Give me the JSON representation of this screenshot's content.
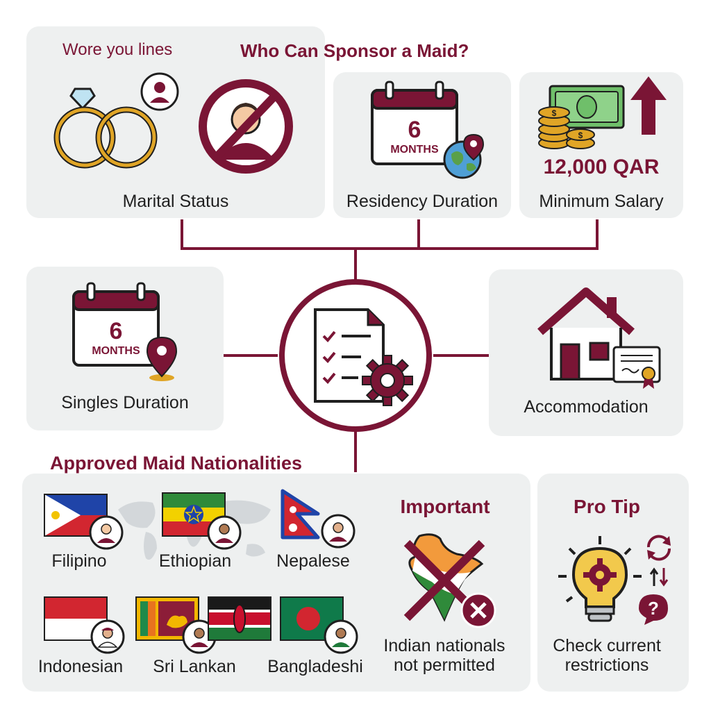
{
  "colors": {
    "maroon": "#7a1535",
    "panel": "#eef0f0",
    "gold": "#e0a526",
    "green": "#2f7d3a"
  },
  "header": {
    "subtitle": "Wore you lines",
    "title": "Who Can Sponsor a Maid?"
  },
  "requirements": {
    "marital_status": {
      "label": "Marital Status",
      "icons": [
        "rings-icon",
        "person-icon",
        "no-person-icon"
      ]
    },
    "residency_duration": {
      "label": "Residency Duration",
      "calendar_number": "6",
      "calendar_unit": "MONTHS",
      "icons": [
        "calendar-icon",
        "globe-pin-icon"
      ]
    },
    "minimum_salary": {
      "amount": "12,000 QAR",
      "label": "Minimum Salary",
      "icons": [
        "money-icon",
        "arrow-up-icon"
      ]
    },
    "singles_duration": {
      "label": "Singles Duration",
      "calendar_number": "6",
      "calendar_unit": "MONTHS",
      "icons": [
        "calendar-icon",
        "map-pin-icon"
      ]
    },
    "accommodation": {
      "label": "Accommodation",
      "icons": [
        "house-icon",
        "certificate-icon"
      ]
    },
    "center": {
      "icons": [
        "checklist-icon",
        "gear-icon"
      ]
    }
  },
  "nationalities": {
    "title": "Approved Maid Nationalities",
    "items": [
      {
        "label": "Filipino",
        "flag": "philippines-flag"
      },
      {
        "label": "Ethiopian",
        "flag": "ethiopia-flag"
      },
      {
        "label": "Nepalese",
        "flag": "nepal-flag"
      },
      {
        "label": "Indonesian",
        "flag": "indonesia-flag"
      },
      {
        "label": "Sri Lankan",
        "flag": "sri-lanka-flag"
      },
      {
        "label": "Bangladeshi",
        "flag": "bangladesh-flag"
      }
    ],
    "extra_flag": "kenya-flag"
  },
  "important": {
    "title": "Important",
    "line1": "Indian nationals",
    "line2": "not permitted",
    "icons": [
      "india-map-icon",
      "cross-icon"
    ]
  },
  "pro_tip": {
    "title": "Pro Tip",
    "line1": "Check current",
    "line2": "restrictions",
    "icons": [
      "lightbulb-gear-icon",
      "refresh-icon",
      "question-icon"
    ]
  }
}
